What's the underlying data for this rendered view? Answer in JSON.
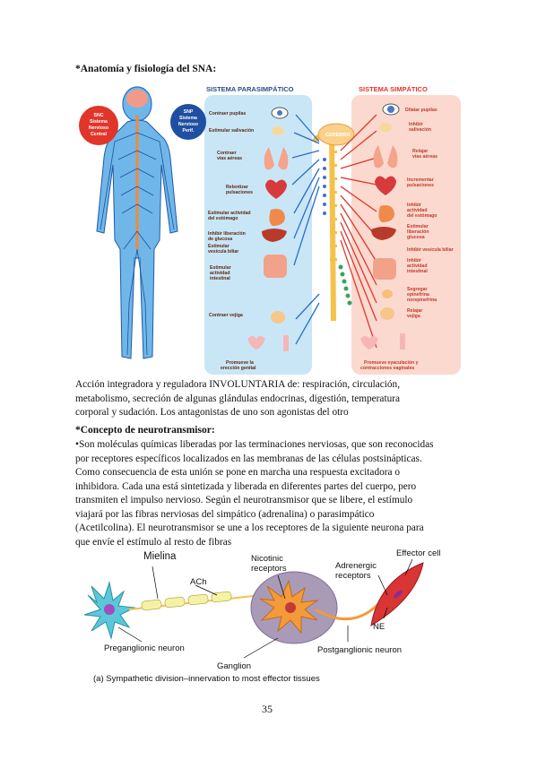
{
  "section1": {
    "heading": "*Anatomía y fisiología del SNA:"
  },
  "diagram_sna": {
    "title_parasympathetic": "SISTEMA PARASIMPÁTICO",
    "title_sympathetic": "SISTEMA SIMPÁTICO",
    "snc_label": "SNC Sistema Nervioso Central",
    "snc_lines": [
      "SNC",
      "Sistema",
      "Nervioso",
      "Central"
    ],
    "snp_lines": [
      "SNP",
      "Sistema",
      "Nervioso",
      "Perif."
    ],
    "brain_label": "CEREBRO",
    "para_labels": [
      [
        "Contraer pupilas"
      ],
      [
        "Estimular salivación"
      ],
      [
        "Contraer",
        "vías aéreas"
      ],
      [
        "Relentizar",
        "pulsaciones"
      ],
      [
        "Estimular actividad",
        "del estómago"
      ],
      [
        "Inhibir liberación",
        "de glucosa"
      ],
      [
        "Estimular",
        "vesícula biliar"
      ],
      [
        "Estimular",
        "actividad",
        "intestinal"
      ],
      [
        "Contraer vejiga"
      ],
      [
        "Promueve la",
        "erección genital"
      ]
    ],
    "symp_labels": [
      [
        "Dilatar pupilas"
      ],
      [
        "Inhibir",
        "salivación"
      ],
      [
        "Relajar",
        "vías aéreas"
      ],
      [
        "Incrementar",
        "pulsaciones"
      ],
      [
        "Inhibir",
        "actividad",
        "del estómago"
      ],
      [
        "Estimular",
        "liberación",
        "glucosa"
      ],
      [
        "Inhibir vesícula biliar"
      ],
      [
        "Inhibir",
        "actividad",
        "intestinal"
      ],
      [
        "Segregar",
        "epinefrina",
        "norepinefrina"
      ],
      [
        "Relajar",
        "vejiga"
      ],
      [
        "Promueve eyaculación y",
        "contracciones vaginales"
      ]
    ]
  },
  "paragraph1": "Acción integradora y reguladora INVOLUNTARIA de: respiración, circulación, metabolismo, secreción de algunas glándulas endocrinas, digestión, temperatura corporal y sudación. Los antagonistas de uno son agonistas del otro",
  "paragraph1_lines": [
    "Acción integradora y reguladora INVOLUNTARIA de: respiración, circulación,",
    "metabolismo, secreción de algunas glándulas endocrinas, digestión, temperatura",
    "corporal y sudación. Los antagonistas de uno son agonistas del otro"
  ],
  "section2": {
    "heading": "*Concepto de neurotransmisor:",
    "lines": [
      "•Son moléculas químicas liberadas por las terminaciones nerviosas, que son reconocidas",
      "por receptores específicos localizados en las membranas de las células postsinápticas.",
      "Como consecuencia de esta unión se pone en marcha una respuesta excitadora o",
      "inhibidora. Cada una está sintetizada y liberada en diferentes partes del cuerpo, pero",
      "transmiten el impulso nervioso. Según el neurotransmisor que se libere, el estímulo",
      "viajará por las fibras nerviosas del simpático (adrenalina) o parasimpático",
      "(Acetilcolina). El neurotransmisor se une a los receptores de la siguiente neurona para",
      "que envíe el estímulo al resto de fibras"
    ]
  },
  "diagram_neuron": {
    "mielina": "Mielina",
    "ach": "ACh",
    "nicotinic": [
      "Nicotinic",
      "receptors"
    ],
    "adrenergic": [
      "Adrenergic",
      "receptors"
    ],
    "effector": "Effector cell",
    "ne": "NE",
    "preganglionic": "Preganglionic neuron",
    "ganglion": "Ganglion",
    "postganglionic": "Postganglionic neuron",
    "caption": "(a) Sympathetic division–innervation to most effector tissues"
  },
  "page_number": "35",
  "colors": {
    "para_panel": "#c9e6f7",
    "symp_panel": "#fbd9cf",
    "nerve_blue": "#2a6fc4",
    "nerve_red": "#e2352a",
    "myelin": "#f3eea0",
    "effector": "#d93535"
  }
}
